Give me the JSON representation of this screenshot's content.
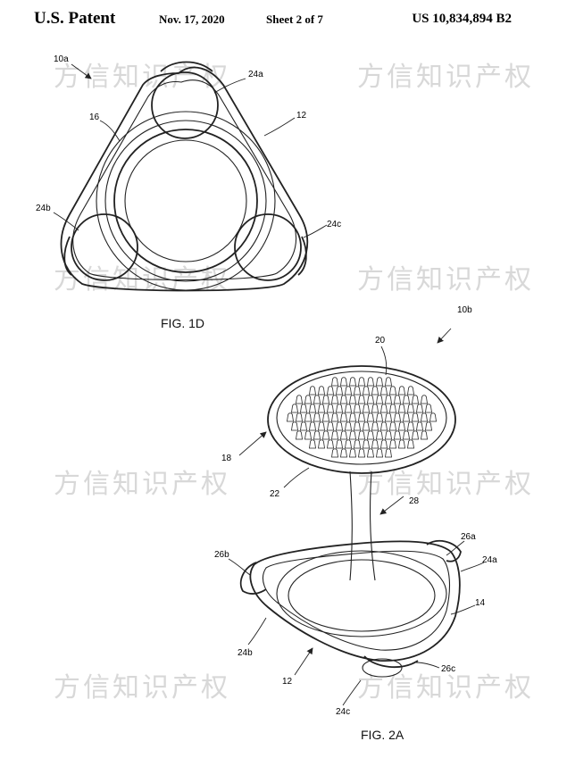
{
  "header": {
    "left": "U.S. Patent",
    "date": "Nov. 17, 2020",
    "sheet": "Sheet 2 of 7",
    "number": "US 10,834,894 B2"
  },
  "watermark": "方信知识产权",
  "fig1d": {
    "caption": "FIG. 1D",
    "labels": {
      "l10a": "10a",
      "l24a": "24a",
      "l16": "16",
      "l12": "12",
      "l24b": "24b",
      "l24c": "24c"
    }
  },
  "fig2a": {
    "caption": "FIG. 2A",
    "labels": {
      "l10b": "10b",
      "l20": "20",
      "l18": "18",
      "l22": "22",
      "l28": "28",
      "l26a": "26a",
      "l24a": "24a",
      "l26b": "26b",
      "l14": "14",
      "l24b": "24b",
      "l26c": "26c",
      "l12": "12",
      "l24c": "24c"
    }
  }
}
